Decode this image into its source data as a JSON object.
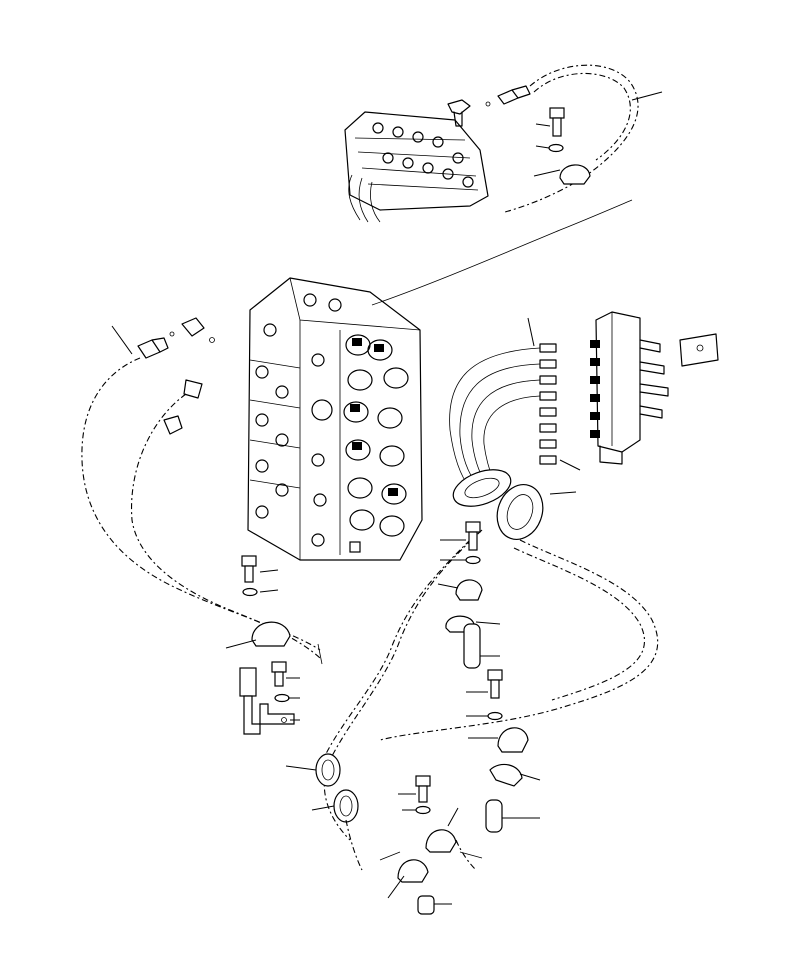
{
  "diagram": {
    "kind": "exploded parts illustration",
    "labels": [],
    "components": [
      "pilot-valve-block",
      "main-control-valve",
      "manifold-block",
      "hose-bundle-left",
      "hose-bundle-right",
      "hose-bundle-lower",
      "hose-bundle-top",
      "bolt",
      "washer",
      "clamp",
      "bracket",
      "spacer"
    ]
  },
  "colors": {
    "ink": "#000000",
    "paper": "#ffffff"
  }
}
